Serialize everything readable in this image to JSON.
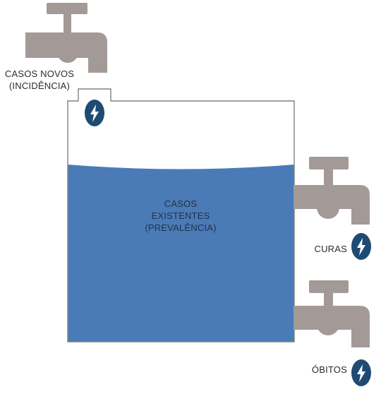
{
  "labels": {
    "incidence": [
      "CASOS NOVOS",
      "(INCIDÊNCIA)"
    ],
    "prevalence": [
      "CASOS",
      "EXISTENTES",
      "(PREVALÊNCIA)"
    ],
    "cures": "CURAS",
    "deaths": "ÓBITOS"
  },
  "colors": {
    "water": "#4a7bb7",
    "faucet": "#a39a98",
    "drop_badge": "#1f4a73",
    "tank_outline": "#808080"
  },
  "icons": {
    "faucet": "faucet-icon",
    "drop": "water-drop-icon"
  }
}
